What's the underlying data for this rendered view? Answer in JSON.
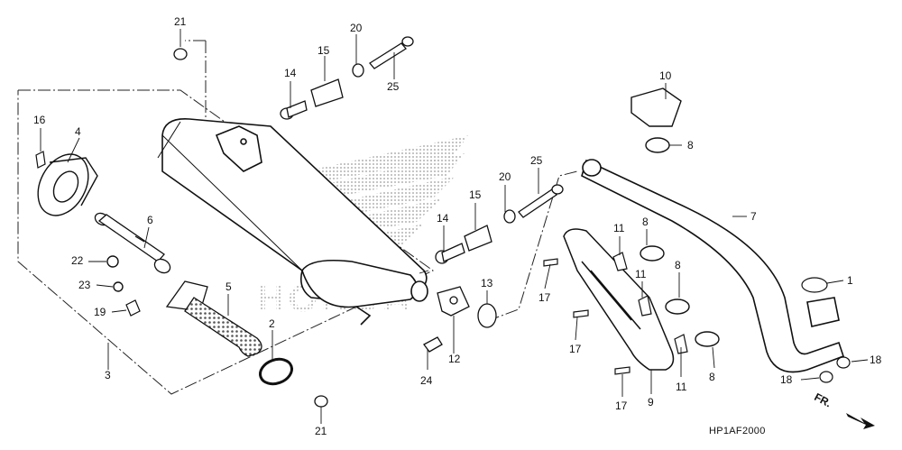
{
  "diagram": {
    "code": "HP1AF2000",
    "direction_label": "FR.",
    "callouts": [
      "21",
      "20",
      "15",
      "14",
      "25",
      "16",
      "4",
      "6",
      "22",
      "23",
      "19",
      "5",
      "2",
      "3",
      "20",
      "25",
      "15",
      "14",
      "13",
      "12",
      "24",
      "21",
      "10",
      "8",
      "7",
      "11",
      "8",
      "11",
      "8",
      "1",
      "17",
      "17",
      "11",
      "8",
      "18",
      "17",
      "9",
      "18"
    ]
  },
  "icons": [
    "honda-wing-watermark",
    "forward-arrow-icon"
  ]
}
